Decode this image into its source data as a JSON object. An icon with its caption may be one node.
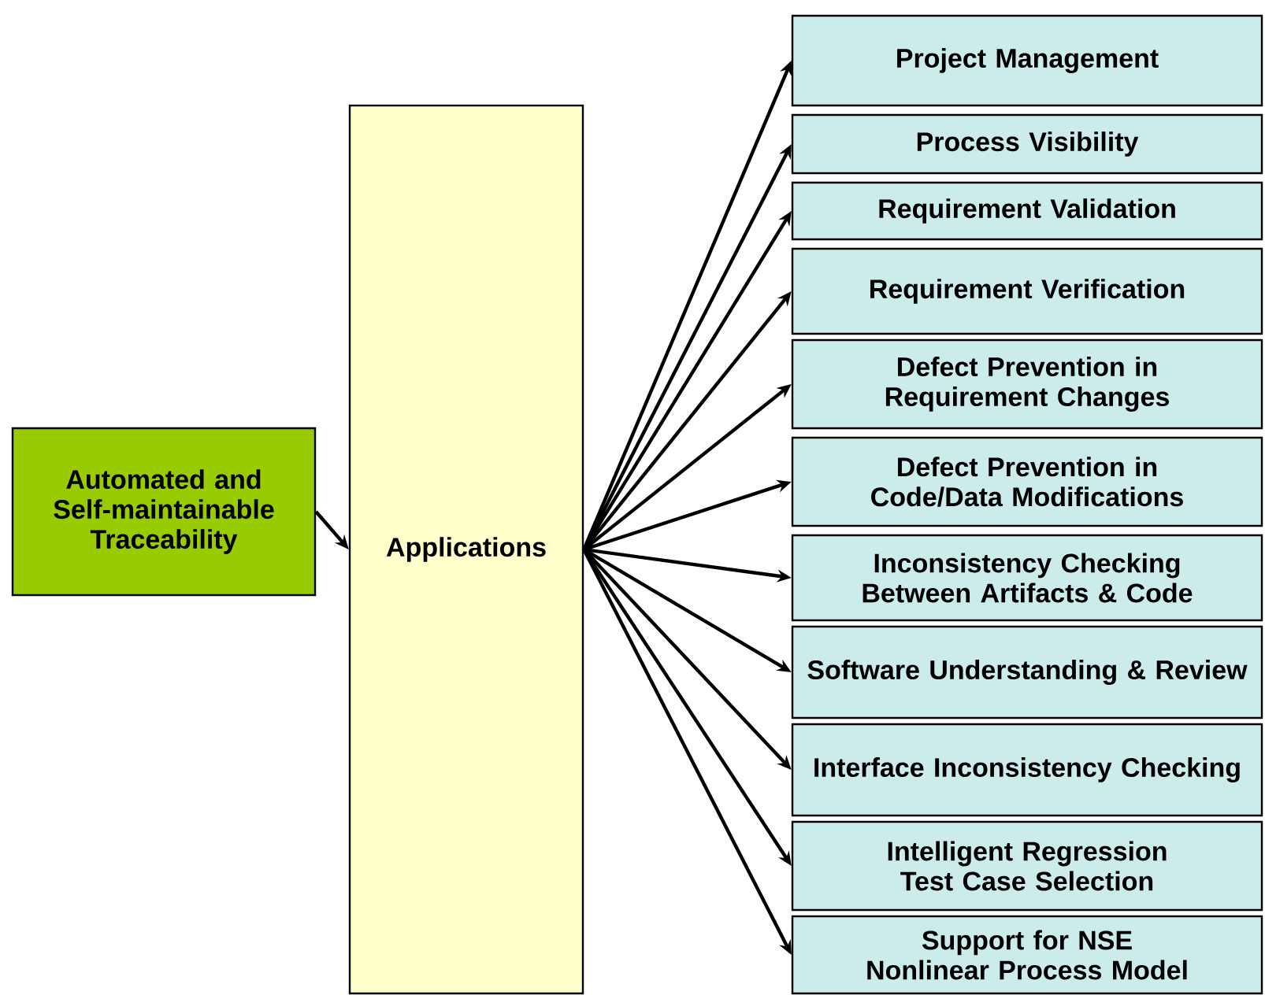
{
  "diagram": {
    "nodes": [
      {
        "text": [
          "Automated and Self-maintainable Traceability"
        ]
      },
      {
        "text": [
          "Applications"
        ]
      },
      {
        "text": [
          "Project Management"
        ]
      },
      {
        "text": [
          "Process Visibility"
        ]
      },
      {
        "text": [
          "Requirement Validation"
        ]
      },
      {
        "text": [
          "Requirement Verification"
        ]
      },
      {
        "text": [
          "Defect Prevention in Requirement Changes"
        ]
      },
      {
        "text": [
          "Defect Prevention in Code/Data Modifications"
        ]
      },
      {
        "text": [
          "Inconsistency Checking Between Artifacts & Code"
        ]
      },
      {
        "text": [
          "Software Understanding & Review"
        ]
      },
      {
        "text": [
          "Interface Inconsistency Checking"
        ]
      },
      {
        "text": [
          "Intelligent Regression Test Case Selection"
        ]
      },
      {
        "text": [
          "Support for NSE Nonlinear Process Model"
        ]
      }
    ],
    "edges": [
      {
        "from": 0,
        "to": 1,
        "arrow": "to"
      },
      {
        "from": 1,
        "to": 2,
        "arrow": "to"
      },
      {
        "from": 1,
        "to": 3,
        "arrow": "to"
      },
      {
        "from": 1,
        "to": 4,
        "arrow": "to"
      },
      {
        "from": 1,
        "to": 5,
        "arrow": "to"
      },
      {
        "from": 1,
        "to": 6,
        "arrow": "to"
      },
      {
        "from": 1,
        "to": 7,
        "arrow": "to"
      },
      {
        "from": 1,
        "to": 8,
        "arrow": "to"
      },
      {
        "from": 1,
        "to": 9,
        "arrow": "to"
      },
      {
        "from": 1,
        "to": 10,
        "arrow": "to"
      },
      {
        "from": 1,
        "to": 11,
        "arrow": "to"
      },
      {
        "from": 1,
        "to": 12,
        "arrow": "to"
      }
    ]
  }
}
